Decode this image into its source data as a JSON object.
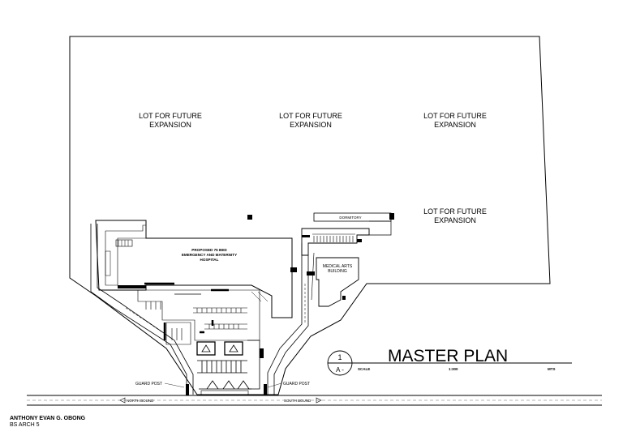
{
  "drawing": {
    "title": "MASTER PLAN",
    "grid_number": "1",
    "sheet_ref": "A - ",
    "scale_label": "SCALE",
    "scale_value": "1:300",
    "units": "MTS"
  },
  "lots": [
    {
      "line1": "LOT FOR FUTURE",
      "line2": "EXPANSION"
    },
    {
      "line1": "LOT FOR FUTURE",
      "line2": "EXPANSION"
    },
    {
      "line1": "LOT FOR FUTURE",
      "line2": "EXPANSION"
    },
    {
      "line1": "LOT FOR FUTURE",
      "line2": "EXPANSION"
    }
  ],
  "buildings": {
    "hospital": [
      "PROPOSED 75 BED",
      "EMERGENCY AND MATERNITY",
      "HOSPITAL"
    ],
    "dormitory": "DORMITORY",
    "medical_arts": [
      "MEDICAL ARTS",
      "BUILDING"
    ]
  },
  "site_labels": {
    "guard_post_left": "GUARD POST",
    "guard_post_right": "GUARD POST",
    "north_bound": "NORTH BOUND",
    "south_bound": "SOUTH BOUND"
  },
  "credits": {
    "author": "ANTHONY EVAN G. OBONG",
    "course": "BS ARCH 5"
  }
}
